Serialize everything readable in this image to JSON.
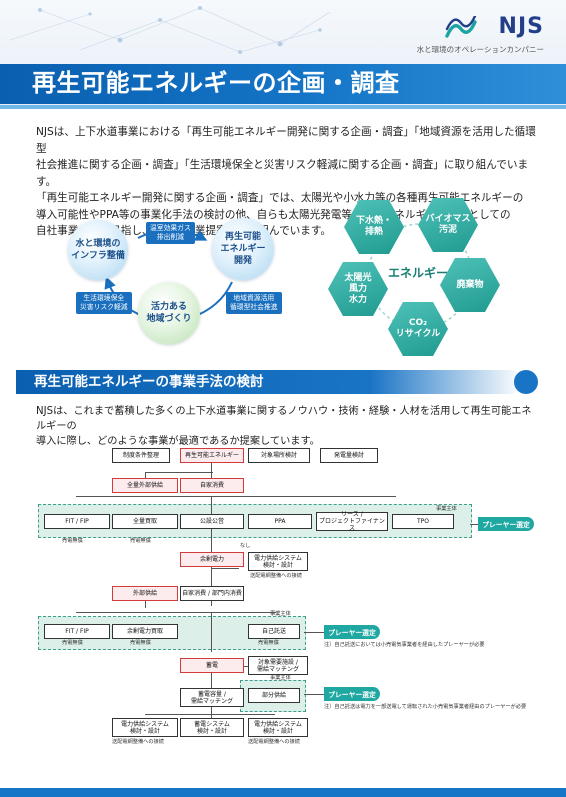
{
  "header": {
    "logo_text": "NJS",
    "logo_tagline": "水と環境のオペレーションカンパニー",
    "title": "再生可能エネルギーの企画・調査"
  },
  "intro": {
    "lines": [
      "NJSは、上下水道事業における「再生可能エネルギー開発に関する企画・調査」「地域資源を活用した循環型",
      "社会推進に関する企画・調査」「生活環境保全と災害リスク軽減に関する企画・調査」に取り組んでいます。",
      "「再生可能エネルギー開発に関する企画・調査」では、太陽光や小水力等の各種再生可能エネルギーの",
      "導入可能性やPPA等の事業化手法の検討の他、自らも太陽光発電等の再生エネルギー事業者としての",
      "自社事業参画を目指し、様々な営業提案に取り組んでいます。"
    ]
  },
  "cycle": {
    "circles": [
      {
        "text": "水と環境の\nインフラ整備"
      },
      {
        "text": "再生可能\nエネルギー\n開発"
      },
      {
        "text": "活力ある\n地域づくり"
      }
    ],
    "tags": [
      {
        "text": "温室効果ガス\n排出削減"
      },
      {
        "text": "生活環境保全\n災害リスク軽減"
      },
      {
        "text": "地域資源活用\n循環型社会推進"
      }
    ]
  },
  "energy": {
    "center": "エネルギー",
    "hexes": [
      {
        "text": "下水熱・\n排熱"
      },
      {
        "text": "バイオマス\n汚泥"
      },
      {
        "text": "太陽光\n風力\n水力"
      },
      {
        "text": "廃棄物"
      },
      {
        "text": "CO₂\nリサイクル"
      }
    ]
  },
  "section2": {
    "title": "再生可能エネルギーの事業手法の検討",
    "intro_lines": [
      "NJSは、これまで蓄積した多くの上下水道事業に関するノウハウ・技術・経験・人材を活用して再生可能エネルギーの",
      "導入に際し、どのような事業が最適であるか提案しています。"
    ]
  },
  "flow": {
    "row1": [
      "制度条件整理",
      "再生可能エネルギー",
      "対象場所検討",
      "発電量検討"
    ],
    "row2": [
      "全量外部供給",
      "自家消費"
    ],
    "band1_label": "事業主体",
    "row3": [
      "FIT / FIP",
      "全量買取",
      "公設公営",
      "PPA",
      "リース /\nプロジェクトファイナンス",
      "TPO"
    ],
    "row3_notes": [
      "売電無償",
      "売電無償"
    ],
    "player1": "プレーヤー選定",
    "mid_note": "なし",
    "surplus": "余剰電力",
    "surplus_right": "電力供給システム\n検討・設計",
    "surplus_right_note": "送配電網整備への接続",
    "row5": [
      "外部供給",
      "自家消費 / 部門内消費"
    ],
    "band2_label": "事業主体",
    "row6": [
      "FIT / FIP",
      "余剰電力買取",
      "自己託送"
    ],
    "row6_notes": [
      "売電無償",
      "売電無償",
      "売電無償"
    ],
    "player2": "プレーヤー選定",
    "player2_note": "注）自己託送においては小売電気事業者を経由したプレーヤーが必要",
    "storage": "蓄電",
    "storage_right": "対象需要施設 /\n需給マッチング",
    "band3_label": "事業主体",
    "partial": "部分供給",
    "player3": "プレーヤー選定",
    "player3_note": "注）自己託送は電力を一部送電して運転された小売電気事業者経由のプレーヤーが必要",
    "storage_left": "蓄電容量 /\n需給マッチング",
    "bottom": [
      "電力供給システム\n検討・設計",
      "蓄電システム\n検討・設計",
      "電力供給システム\n検討・設計"
    ],
    "bottom_notes": [
      "送配電網整備への接続",
      "送配電網整備への接続"
    ]
  },
  "colors": {
    "brand_blue": "#1575c7",
    "teal": "#1fa8a1",
    "red_border": "#d23b3b"
  }
}
